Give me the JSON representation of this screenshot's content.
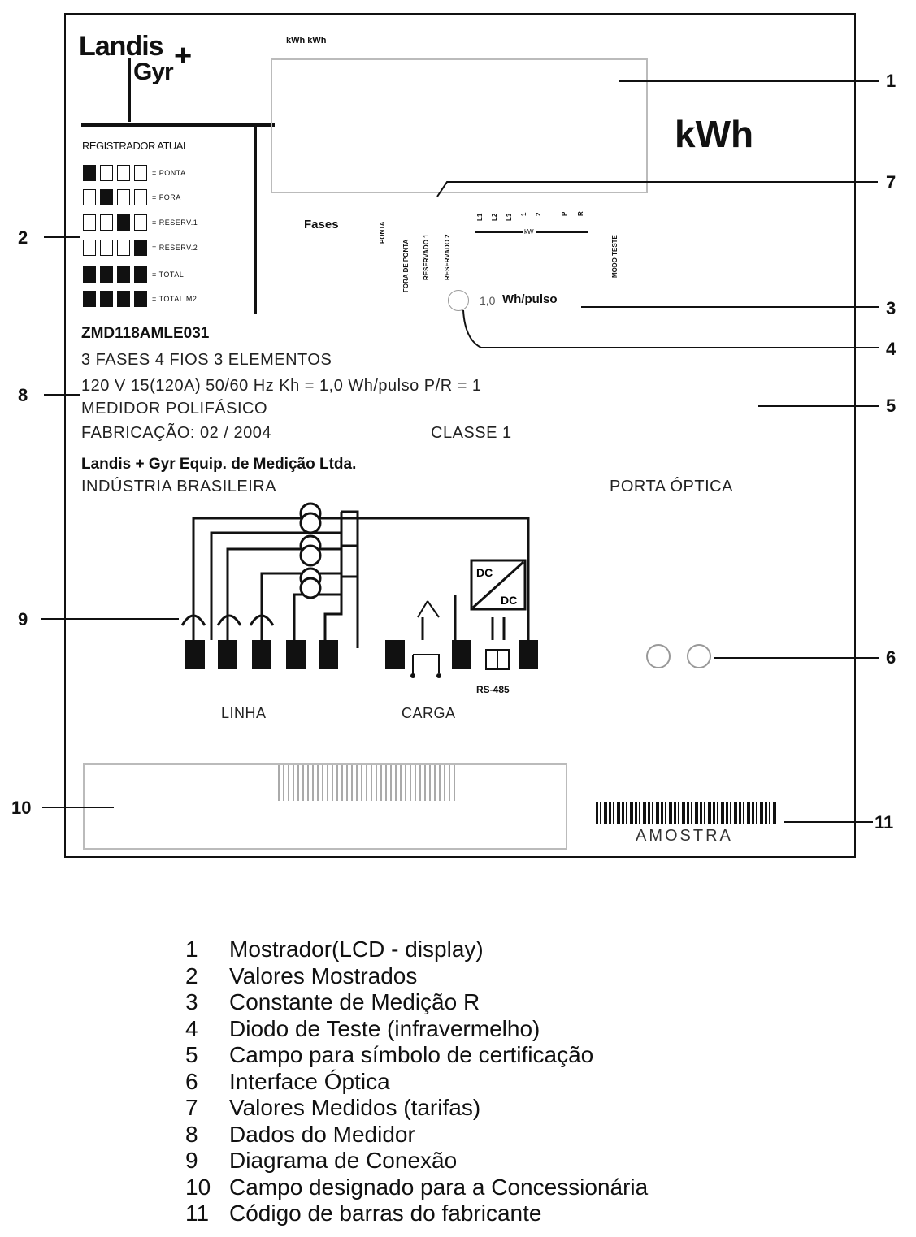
{
  "logo": {
    "line1": "Landis",
    "line2": "Gyr",
    "plus": "+"
  },
  "display": {
    "top_label": "kWh   kWh",
    "unit": "kWh"
  },
  "registrador": {
    "title": "REGISTRADOR ATUAL",
    "rows": [
      "= PONTA",
      "= FORA",
      "= RESERV.1",
      "= RESERV.2",
      "= TOTAL",
      "= TOTAL M2"
    ]
  },
  "fases_label": "Fases",
  "tariff_labels": [
    "PONTA",
    "FORA DE PONTA",
    "RESERVADO 1",
    "RESERVADO 2"
  ],
  "phase_labels": [
    "L1",
    "L2",
    "L3",
    "1",
    "2",
    "P",
    "R"
  ],
  "kw_label": "kW",
  "modo_teste": "MODO TESTE",
  "constant": {
    "value": "1,0",
    "unit": "Wh/pulso"
  },
  "meter": {
    "model": "ZMD118AMLE031",
    "line1": "3 FASES  4 FIOS  3 ELEMENTOS",
    "line2": "120 V  15(120A)  50/60 Hz  Kh = 1,0  Wh/pulso  P/R = 1",
    "line3": "MEDIDOR POLIFÁSICO",
    "line4": "FABRICAÇÃO:  02 / 2004",
    "classe": "CLASSE 1",
    "company": "Landis + Gyr Equip. de Medição Ltda.",
    "origin": "INDÚSTRIA BRASILEIRA"
  },
  "porta_optica": "PORTA ÓPTICA",
  "diagram": {
    "linha": "LINHA",
    "carga": "CARGA",
    "dc1": "DC",
    "dc2": "DC",
    "rs": "RS-485"
  },
  "barcode_text": "AMOSTRA",
  "callouts": [
    "1",
    "2",
    "3",
    "4",
    "5",
    "6",
    "7",
    "8",
    "9",
    "10",
    "11"
  ],
  "legend": [
    {
      "n": "1",
      "text": "Mostrador(LCD - display)"
    },
    {
      "n": "2",
      "text": "Valores Mostrados"
    },
    {
      "n": "3",
      "text": "Constante de Medição R"
    },
    {
      "n": "4",
      "text": "Diodo de Teste (infravermelho)"
    },
    {
      "n": "5",
      "text": "Campo para símbolo de certificação"
    },
    {
      "n": "6",
      "text": "Interface Óptica"
    },
    {
      "n": "7",
      "text": "Valores Medidos (tarifas)"
    },
    {
      "n": "8",
      "text": "Dados do Medidor"
    },
    {
      "n": "9",
      "text": "Diagrama de Conexão"
    },
    {
      "n": "10",
      "text": "Campo designado para a Concessionária"
    },
    {
      "n": "11",
      "text": "Código de barras do fabricante"
    }
  ]
}
